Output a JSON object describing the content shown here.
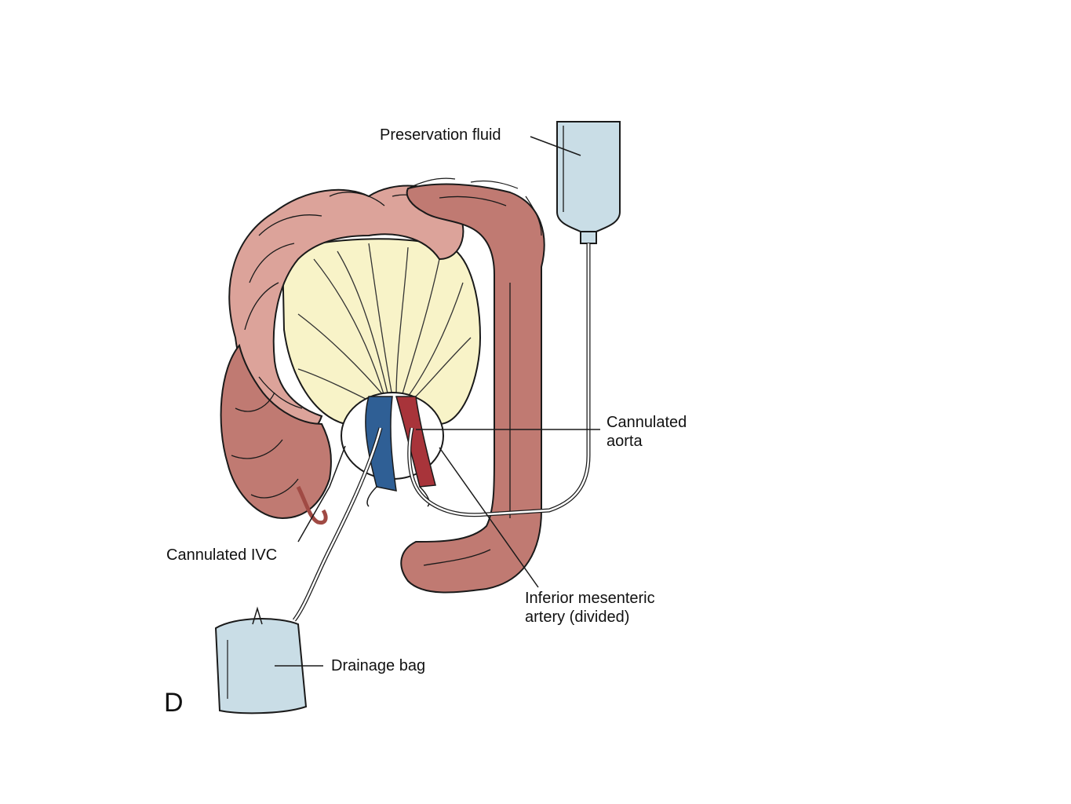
{
  "panel_letter": "D",
  "labels": {
    "preservation_fluid": "Preservation fluid",
    "cannulated_aorta": [
      "Cannulated",
      "aorta"
    ],
    "cannulated_ivc": "Cannulated IVC",
    "inferior_mesenteric_artery": [
      "Inferior mesenteric",
      "artery (divided)"
    ],
    "drainage_bag": "Drainage bag"
  },
  "colors": {
    "bowel": "#c07a72",
    "bowel_light": "#dca39a",
    "mesentery": "#f8f3c8",
    "vein": "#2f5f95",
    "artery": "#a8343a",
    "fluid_container": "#c9dde6",
    "outline": "#1a1a1a"
  }
}
